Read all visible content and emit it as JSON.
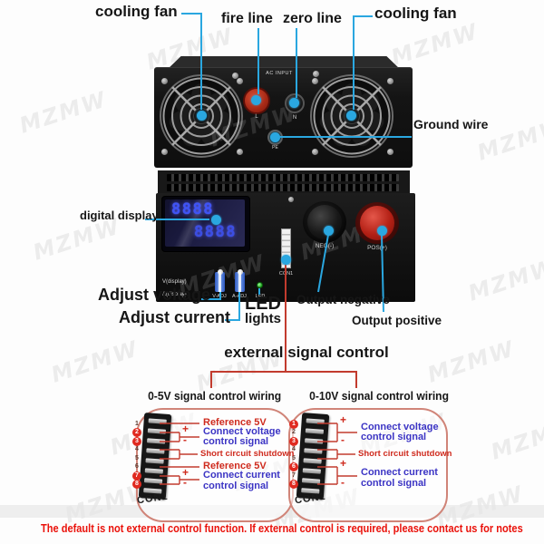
{
  "watermark": "MZMW",
  "rear_view": {
    "callouts": {
      "cooling_fan_left": "cooling fan",
      "fire_line": "fire line",
      "zero_line": "zero line",
      "cooling_fan_right": "cooling fan",
      "ground_wire": "Ground wire"
    },
    "panel": {
      "ac_input": "AC INPUT",
      "live": "L",
      "neutral": "N",
      "earth": "PE"
    }
  },
  "front_view": {
    "callouts": {
      "digital_display": "digital display",
      "adjust_voltage": "Adjust voltage",
      "adjust_current": "Adjust current",
      "led_line1": "LED",
      "led_line2": "lights",
      "output_negative": "Output negative",
      "output_positive": "Output positive"
    },
    "panel": {
      "display_row1": "8888",
      "display_row2": "8888",
      "v_display": "V(display)",
      "a_display": "A(display)",
      "v_adj": "V-ADJ",
      "a_adj": "A-ADJ",
      "led": "LED",
      "con1": "CON1",
      "neg": "NEG(-)",
      "pos": "POS(+)"
    }
  },
  "external_control": {
    "title": "external signal control",
    "plus": "+",
    "minus": "-",
    "left": {
      "heading": "0-5V signal control wiring",
      "connector_label": "CON1",
      "pins": [
        "1",
        "2",
        "3",
        "4",
        "5",
        "6",
        "7",
        "8"
      ],
      "annotations": {
        "reference_top": "Reference 5V",
        "voltage_line1": "Connect voltage",
        "voltage_line2": "control signal",
        "short_circuit": "Short circuit shutdown",
        "reference_bottom": "Reference 5V",
        "current_line1": "Connect current",
        "current_line2": "control signal"
      }
    },
    "right": {
      "heading": "0-10V signal control wiring",
      "connector_label": "CON1",
      "pins": [
        "1",
        "2",
        "3",
        "4",
        "5",
        "6",
        "7",
        "8"
      ],
      "annotations": {
        "voltage_line1": "Connect voltage",
        "voltage_line2": "control signal",
        "short_circuit": "Short circuit shutdown",
        "current_line1": "Connect current",
        "current_line2": "control signal"
      }
    }
  },
  "footer": {
    "warning": "The default is not external control function. If external control is required, please contact us for notes"
  },
  "colors": {
    "callout_blue": "#2aa7e0",
    "wire_red": "#c23b2e",
    "annotation_blue": "#3b34c4",
    "annotation_red": "#cf2b1e",
    "warning_red": "#ea120b"
  }
}
